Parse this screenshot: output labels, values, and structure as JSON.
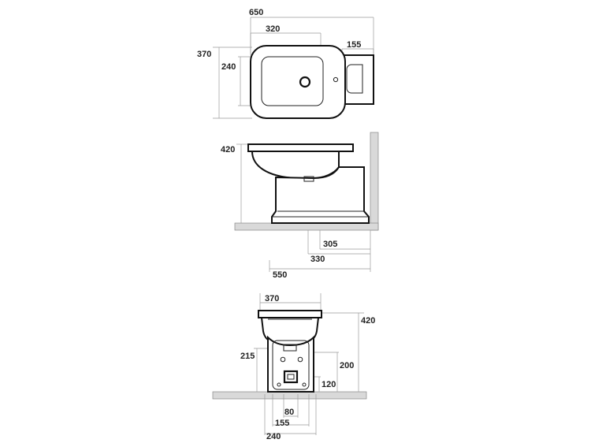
{
  "top_view": {
    "width_overall": "650",
    "width_bowl": "320",
    "width_tank": "155",
    "depth_overall": "370",
    "depth_bowl": "240"
  },
  "side_view": {
    "height": "420",
    "depth_305": "305",
    "depth_330": "330",
    "depth_550": "550"
  },
  "front_view": {
    "width_top": "370",
    "height_total": "420",
    "height_215": "215",
    "height_200": "200",
    "height_120": "120",
    "width_80": "80",
    "width_155": "155",
    "width_240": "240"
  }
}
